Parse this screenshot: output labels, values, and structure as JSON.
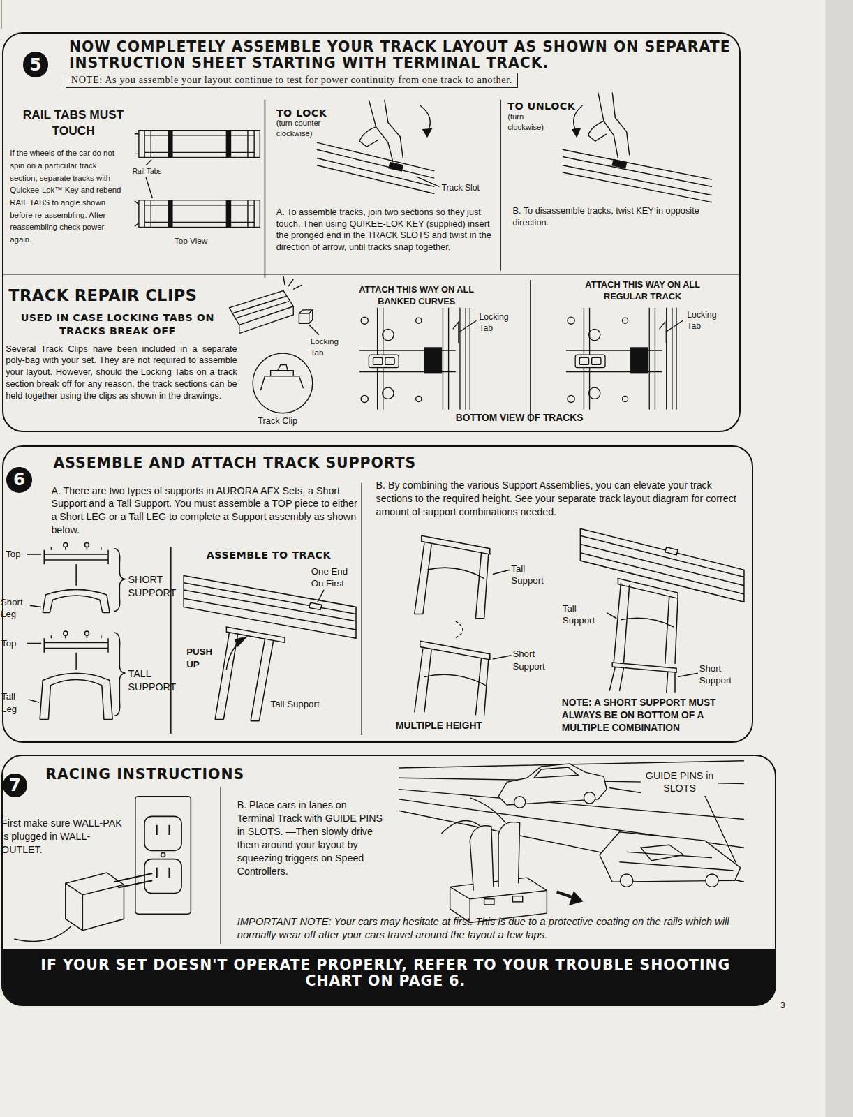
{
  "diagram": {
    "nodes": [
      {
        "text": [
          "NOW COMPLETELY ASSEMBLE YOUR TRACK LAYOUT AS SHOWN ON SEPARATE INSTRUCTION SHEET STARTING WITH TERMINAL TRACK."
        ]
      },
      {
        "text": [
          "5"
        ],
        "in": 0
      },
      {
        "text": [
          "NOTE: As you assemble your layout continue to test for power continuity from one track to another."
        ],
        "in": 0
      },
      {
        "text": [
          "ASSEMBLE AND ATTACH TRACK SUPPORTS"
        ]
      },
      {
        "text": [
          "6"
        ],
        "in": 3
      },
      {
        "text": [
          "RACING INSTRUCTIONS"
        ]
      },
      {
        "text": [
          "7"
        ],
        "in": 5
      },
      {
        "text": [
          "IF YOUR SET DOESN'T OPERATE PROPERLY, REFER TO YOUR TROUBLE SHOOTING CHART ON PAGE 6."
        ],
        "in": 5
      }
    ],
    "labels": [
      "RAIL TABS MUST TOUCH",
      "If the wheels of the car do not spin on a particular track section, separate tracks with Quickee-Lok™ Key and rebend RAIL TABS to angle shown before re-assembling. After reassembling check power again.",
      "Rail Tabs",
      "Top View",
      "TO LOCK",
      "(turn counter-clockwise)",
      "Track Slot",
      "A. To assemble tracks, join two sections so they just touch. Then using QUIKEE-LOK KEY (supplied) insert the pronged end in the TRACK SLOTS and twist in the direction of arrow, until tracks snap together.",
      "TO UNLOCK",
      "(turn clockwise)",
      "B. To disassemble tracks, twist KEY in opposite direction.",
      "TRACK REPAIR CLIPS",
      "USED IN CASE LOCKING TABS ON TRACKS BREAK OFF",
      "Several Track Clips have been included in a separate poly-bag with your set. They are not required to assemble your layout. However, should the Locking Tabs on a track section break off for any reason, the track sections can be held together using the clips as shown in the drawings.",
      "Locking Tab",
      "Track Clip",
      "ATTACH THIS WAY ON ALL BANKED CURVES",
      "Locking Tab",
      "ATTACH THIS WAY ON ALL REGULAR TRACK",
      "Locking Tab",
      "BOTTOM VIEW OF TRACKS",
      "A. There are two types of supports in AURORA AFX Sets, a Short Support and a Tall Support. You must assemble a TOP piece to either a Short LEG or a Tall LEG to complete a Support assembly as shown below.",
      "B. By combining the various Support Assemblies, you can elevate your track sections to the required height. See your separate track layout diagram for correct amount of support combinations needed.",
      "Top",
      "Short Leg",
      "SHORT SUPPORT",
      "Top",
      "TALL SUPPORT",
      "Tall Leg",
      "ASSEMBLE TO TRACK",
      "One End On First",
      "PUSH UP",
      "Tall Support",
      "Tall Support",
      "Short Support",
      "MULTIPLE HEIGHT",
      "Tall Support",
      "Short Support",
      "NOTE: A SHORT SUPPORT MUST ALWAYS BE ON BOTTOM OF A MULTIPLE COMBINATION",
      "First make sure WALL-PAK is plugged in WALL-OUTLET.",
      "B. Place cars in lanes on Terminal Track with GUIDE PINS in SLOTS. —Then slowly drive them around your layout by squeezing triggers on Speed Controllers.",
      "GUIDE PINS in SLOTS",
      "IMPORTANT NOTE: Your cars may hesitate at first. This is due to a protective coating on the rails which will normally wear off after your cars travel around the layout a few laps.",
      "3"
    ]
  }
}
